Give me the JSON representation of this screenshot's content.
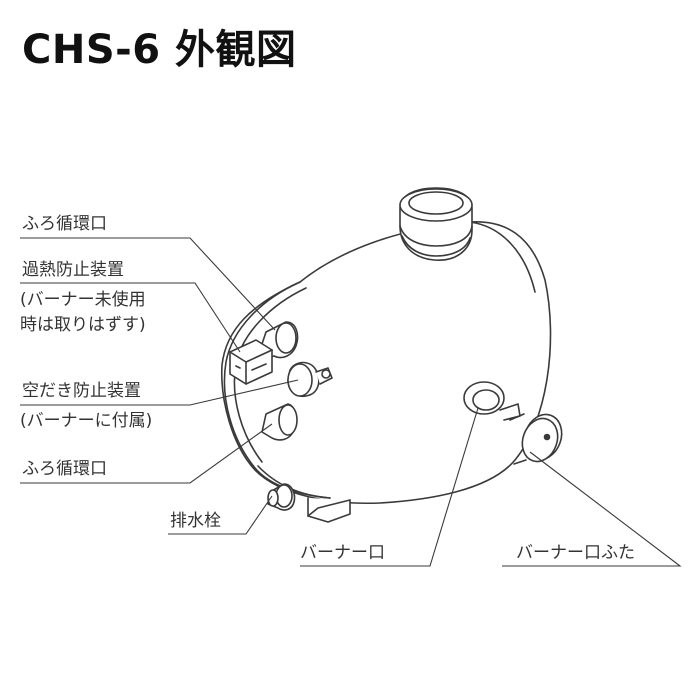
{
  "title": "CHS-6 外観図",
  "labels": {
    "bath_circ_upper": "ふろ循環口",
    "overheat_device": "過熱防止装置",
    "overheat_note_1": "(バーナー未使用",
    "overheat_note_2": "時は取りはずす)",
    "dry_fire_device": "空だき防止装置",
    "dry_fire_note": "(バーナーに付属)",
    "bath_circ_lower": "ふろ循環口",
    "drain_plug": "排水栓",
    "burner_port": "バーナー口",
    "burner_port_cover": "バーナー口ふた"
  }
}
